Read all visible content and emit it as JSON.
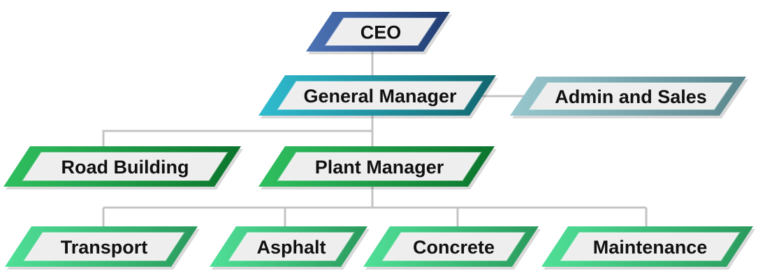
{
  "nodes": {
    "ceo": {
      "label": "CEO",
      "color_light": "#4d74b6",
      "color_dark": "#213c72"
    },
    "general_manager": {
      "label": "General Manager",
      "color_light": "#30bcd0",
      "color_dark": "#12666f"
    },
    "admin_sales": {
      "label": "Admin and Sales",
      "color_light": "#98c8ce",
      "color_dark": "#5a878d"
    },
    "road_building": {
      "label": "Road Building",
      "color_light": "#30c060",
      "color_dark": "#0c742c"
    },
    "plant_manager": {
      "label": "Plant Manager",
      "color_light": "#30c060",
      "color_dark": "#0c742c"
    },
    "transport": {
      "label": "Transport",
      "color_light": "#50e098",
      "color_dark": "#2a9a5c"
    },
    "asphalt": {
      "label": "Asphalt",
      "color_light": "#50e098",
      "color_dark": "#2a9a5c"
    },
    "concrete": {
      "label": "Concrete",
      "color_light": "#50e098",
      "color_dark": "#2a9a5c"
    },
    "maintenance": {
      "label": "Maintenance",
      "color_light": "#50e098",
      "color_dark": "#2a9a5c"
    }
  },
  "connector_color": "#c4c4c4",
  "box_fill": "#eeeeee"
}
